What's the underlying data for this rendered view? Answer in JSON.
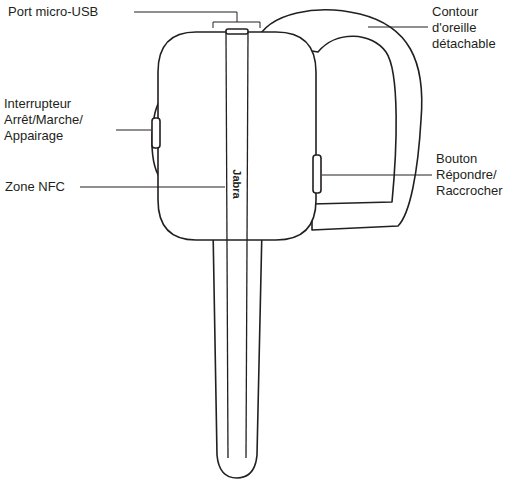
{
  "diagram": {
    "labels": [
      "Port micro-USB",
      "Contour d'oreille détachable",
      "Interrupteur Arrêt/Marche/ Appairage",
      "Bouton Répondre/ Raccrocher",
      "Zone NFC",
      "Jabra"
    ]
  }
}
